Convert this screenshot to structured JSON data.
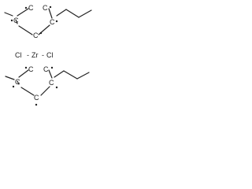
{
  "structure": {
    "top_ring": {
      "carbon_left": "C",
      "carbon_top_left": "C",
      "carbon_top_right": "C",
      "carbon_right": "C",
      "carbon_bottom": "C"
    },
    "bottom_ring": {
      "carbon_left": "C",
      "carbon_top_left": "C",
      "carbon_top_right": "C",
      "carbon_right": "C",
      "carbon_bottom": "C"
    },
    "metal": {
      "chloride_left": "Cl",
      "zirconium": "Zr",
      "chloride_right": "Cl",
      "separator_left": "-",
      "separator_right": "-"
    },
    "color": "#222222"
  }
}
